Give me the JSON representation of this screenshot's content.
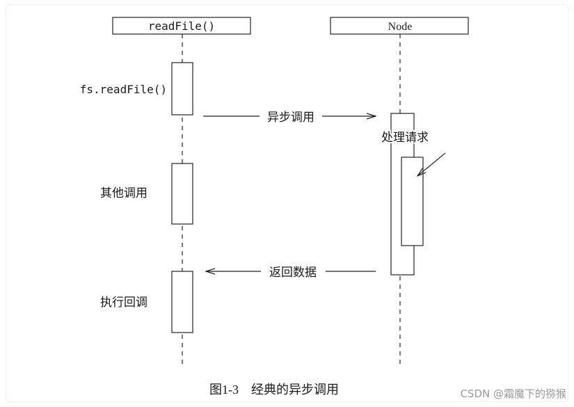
{
  "diagram": {
    "lifelines": [
      {
        "id": "readfile",
        "label": "readFile()"
      },
      {
        "id": "node",
        "label": "Node"
      }
    ],
    "activations": [
      {
        "label": "fs.readFile()"
      },
      {
        "label": "其他调用"
      },
      {
        "label": "执行回调"
      }
    ],
    "messages": [
      {
        "label": "异步调用"
      },
      {
        "label": "返回数据"
      }
    ],
    "node_process_label": "处理请求",
    "caption": "图1-3    经典的异步调用",
    "watermark": "CSDN @霜魔下的猕猴"
  }
}
